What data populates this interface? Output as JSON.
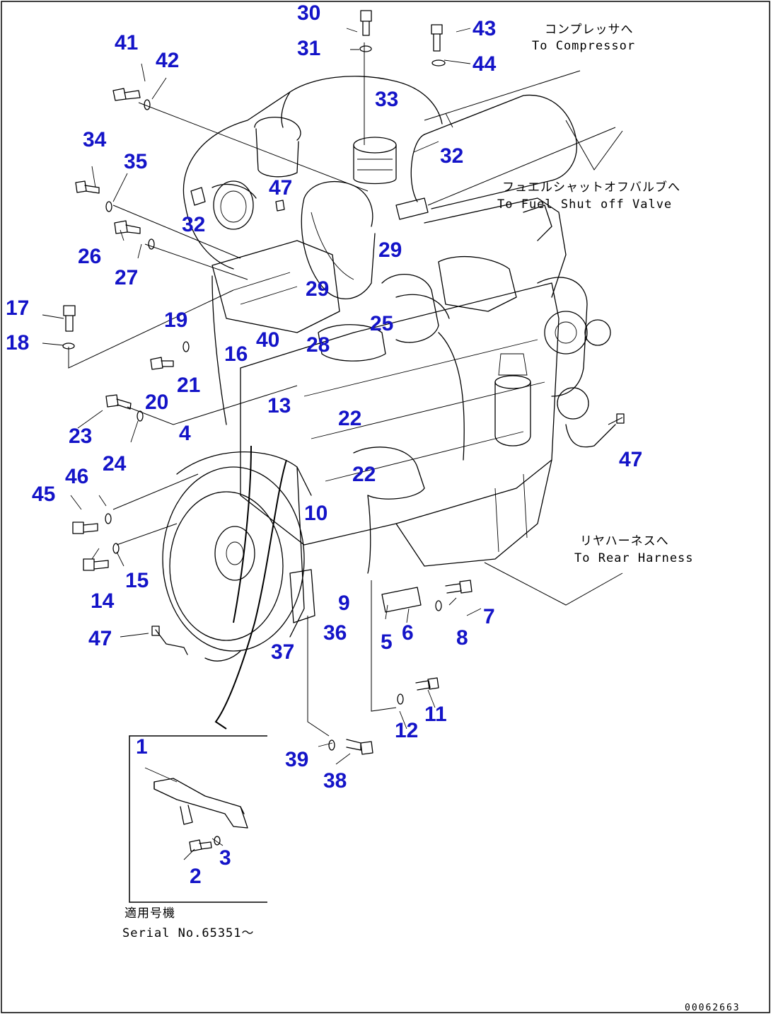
{
  "callouts": [
    {
      "id": "41",
      "label": "41"
    },
    {
      "id": "42",
      "label": "42"
    },
    {
      "id": "30",
      "label": "30"
    },
    {
      "id": "31",
      "label": "31"
    },
    {
      "id": "43",
      "label": "43"
    },
    {
      "id": "44",
      "label": "44"
    },
    {
      "id": "33",
      "label": "33"
    },
    {
      "id": "34",
      "label": "34"
    },
    {
      "id": "35",
      "label": "35"
    },
    {
      "id": "32a",
      "label": "32"
    },
    {
      "id": "32b",
      "label": "32"
    },
    {
      "id": "47a",
      "label": "47"
    },
    {
      "id": "26",
      "label": "26"
    },
    {
      "id": "27",
      "label": "27"
    },
    {
      "id": "29a",
      "label": "29"
    },
    {
      "id": "29b",
      "label": "29"
    },
    {
      "id": "17",
      "label": "17"
    },
    {
      "id": "18",
      "label": "18"
    },
    {
      "id": "19",
      "label": "19"
    },
    {
      "id": "16",
      "label": "16"
    },
    {
      "id": "40",
      "label": "40"
    },
    {
      "id": "28",
      "label": "28"
    },
    {
      "id": "25",
      "label": "25"
    },
    {
      "id": "20",
      "label": "20"
    },
    {
      "id": "21",
      "label": "21"
    },
    {
      "id": "13",
      "label": "13"
    },
    {
      "id": "22a",
      "label": "22"
    },
    {
      "id": "22b",
      "label": "22"
    },
    {
      "id": "23",
      "label": "23"
    },
    {
      "id": "24",
      "label": "24"
    },
    {
      "id": "4",
      "label": "4"
    },
    {
      "id": "47b",
      "label": "47"
    },
    {
      "id": "45",
      "label": "45"
    },
    {
      "id": "46",
      "label": "46"
    },
    {
      "id": "10",
      "label": "10"
    },
    {
      "id": "14",
      "label": "14"
    },
    {
      "id": "15",
      "label": "15"
    },
    {
      "id": "9",
      "label": "9"
    },
    {
      "id": "7",
      "label": "7"
    },
    {
      "id": "8",
      "label": "8"
    },
    {
      "id": "6",
      "label": "6"
    },
    {
      "id": "5",
      "label": "5"
    },
    {
      "id": "36",
      "label": "36"
    },
    {
      "id": "37",
      "label": "37"
    },
    {
      "id": "47c",
      "label": "47"
    },
    {
      "id": "11",
      "label": "11"
    },
    {
      "id": "12",
      "label": "12"
    },
    {
      "id": "39",
      "label": "39"
    },
    {
      "id": "38",
      "label": "38"
    },
    {
      "id": "1",
      "label": "1"
    },
    {
      "id": "2",
      "label": "2"
    },
    {
      "id": "3",
      "label": "3"
    }
  ],
  "notes": {
    "compressor_jp": "コンプレッサへ",
    "compressor_en": "To Compressor",
    "fuel_jp": "フュエルシャットオフバルブへ",
    "fuel_en": "To Fuel Shut off Valve",
    "harness_jp": "リヤハーネスへ",
    "harness_en": "To Rear Harness",
    "serial_jp": "適用号機",
    "serial_en": "Serial No.65351～"
  },
  "drawing_code": "00062663"
}
